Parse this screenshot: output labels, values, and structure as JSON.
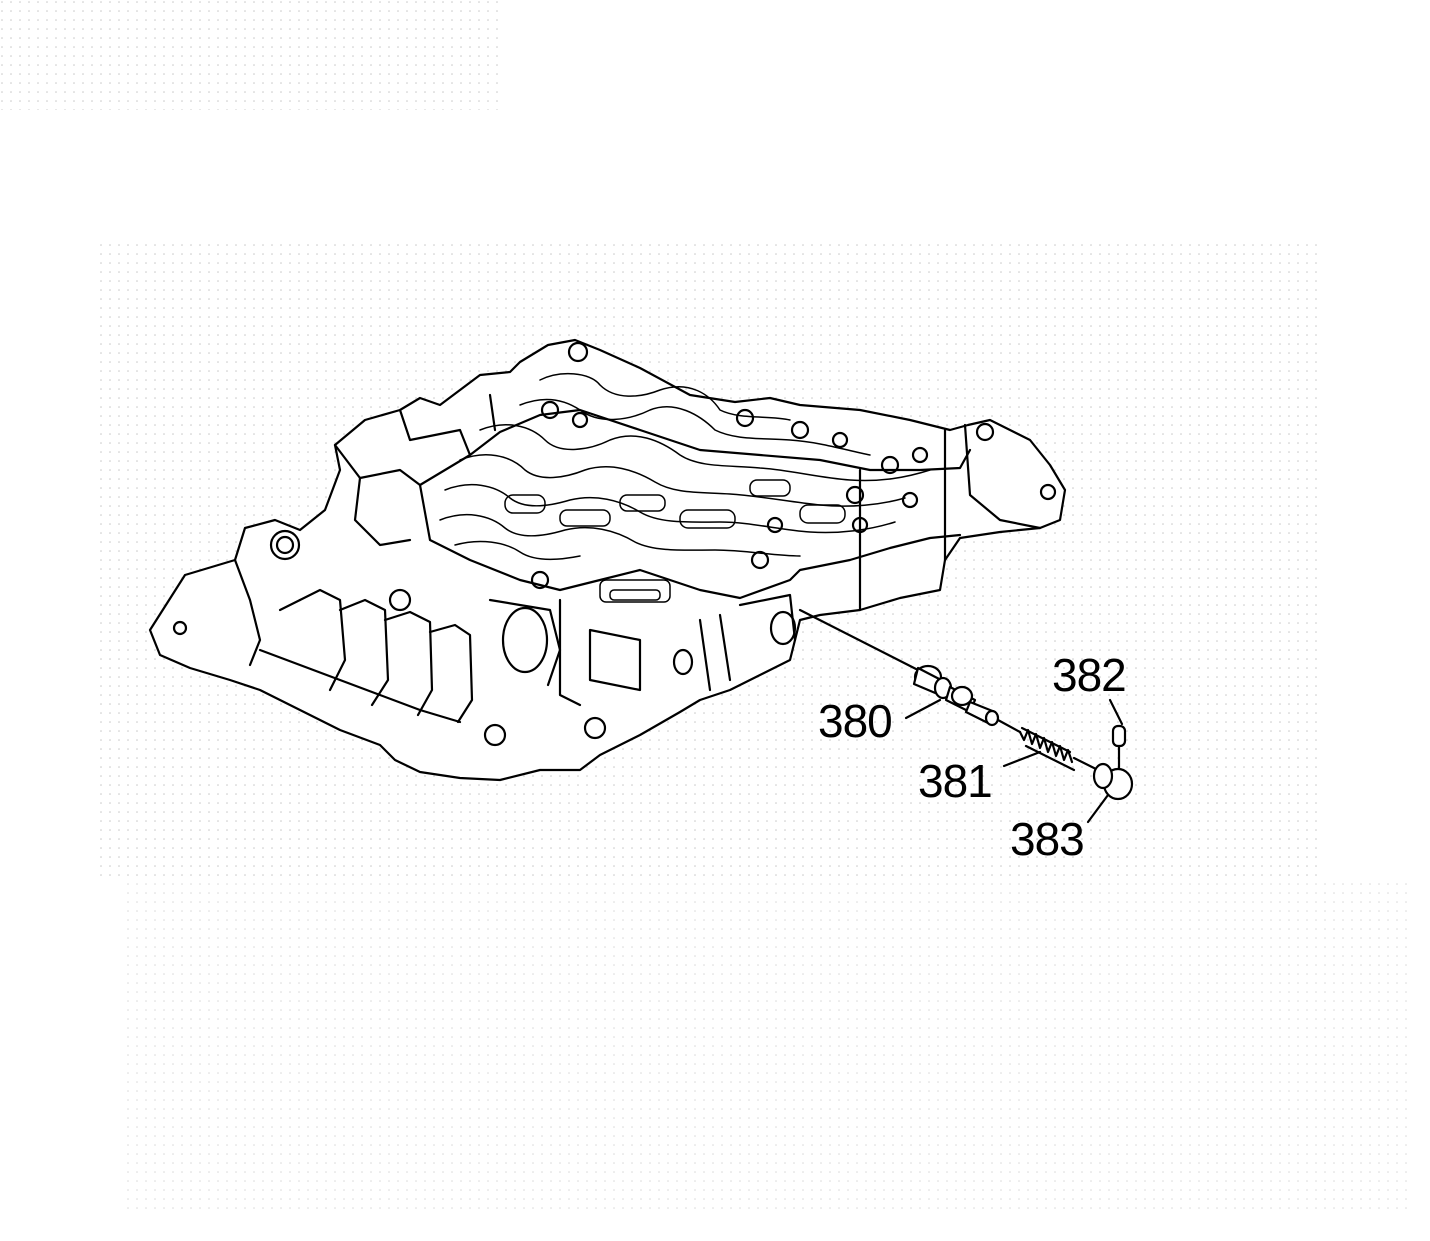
{
  "diagram": {
    "colors": {
      "background": "#ffffff",
      "line": "#000000",
      "halftone_dot": "#c8c8c8"
    },
    "callouts": {
      "c380": "380",
      "c381": "381",
      "c382": "382",
      "c383": "383"
    }
  }
}
